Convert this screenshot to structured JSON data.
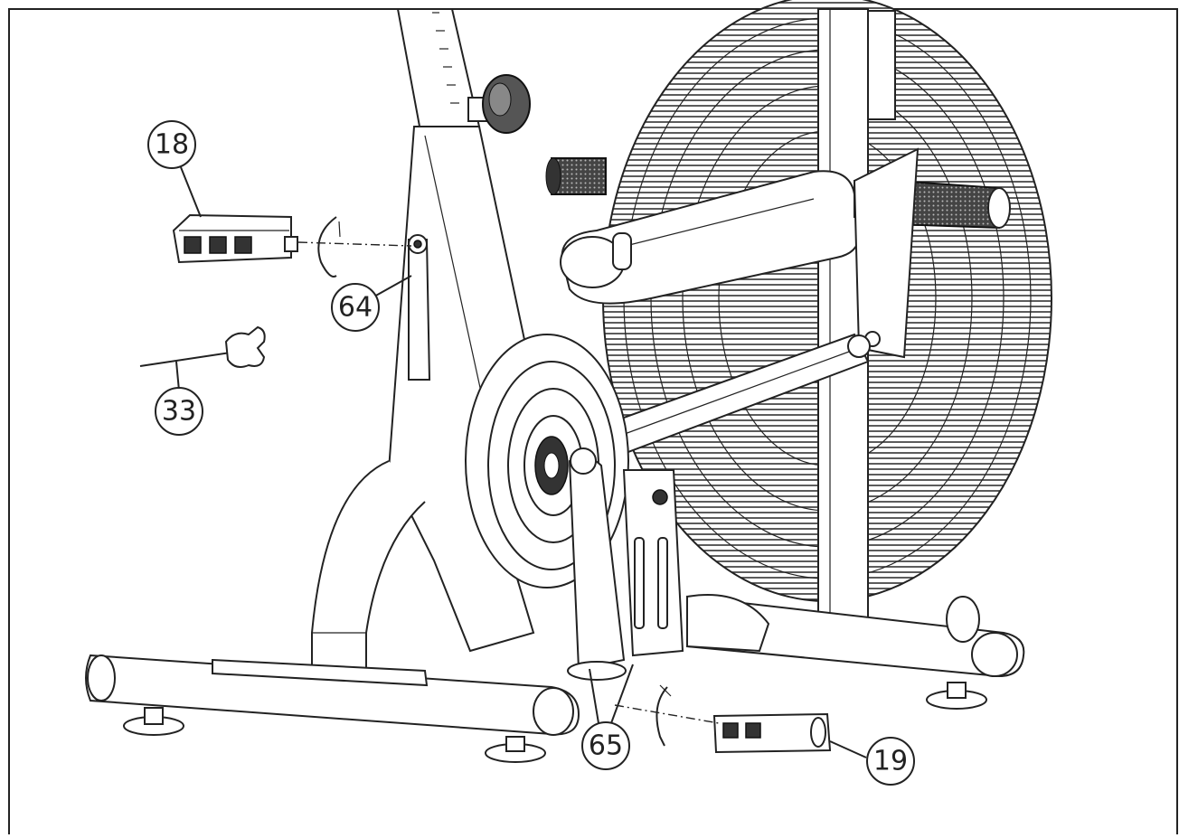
{
  "callouts": {
    "c18": "18",
    "c64": "64",
    "c33": "33",
    "c65": "65",
    "c19": "19"
  },
  "colors": {
    "line": "#222222",
    "background": "#ffffff"
  }
}
